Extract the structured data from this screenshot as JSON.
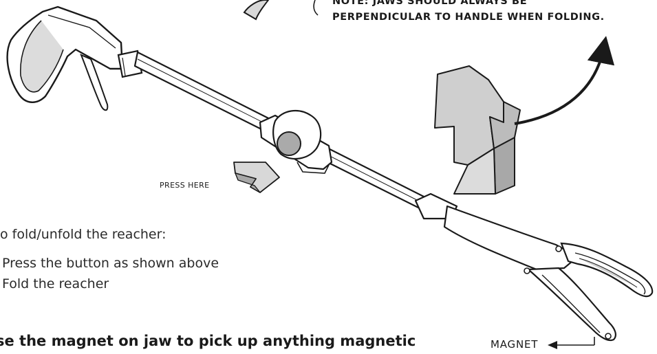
{
  "note": {
    "line1": "NOTE: JAWS SHOULD ALWAYS BE",
    "line2": "PERPENDICULAR TO HANDLE WHEN FOLDING."
  },
  "press_label": "PRESS HERE",
  "instructions": {
    "title": "o fold/unfold the reacher:",
    "steps": [
      "Press the button as shown above",
      "Fold the reacher"
    ]
  },
  "magnet_tip": "se the magnet on jaw to pick up anything magnetic",
  "magnet_label": "MAGNET"
}
